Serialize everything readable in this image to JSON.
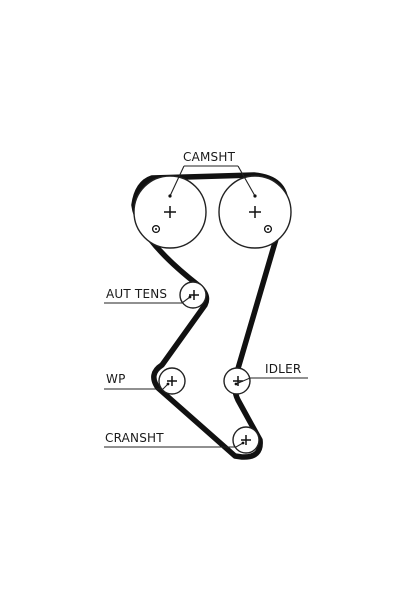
{
  "diagram": {
    "labels": {
      "camshaft": "CAMSHT",
      "auto_tensioner": "AUT TENS",
      "water_pump": "WP",
      "idler": "IDLER",
      "crankshaft": "CRANSHT"
    },
    "colors": {
      "belt": "#111111",
      "pulley_stroke": "#222222",
      "background": "#ffffff"
    }
  }
}
